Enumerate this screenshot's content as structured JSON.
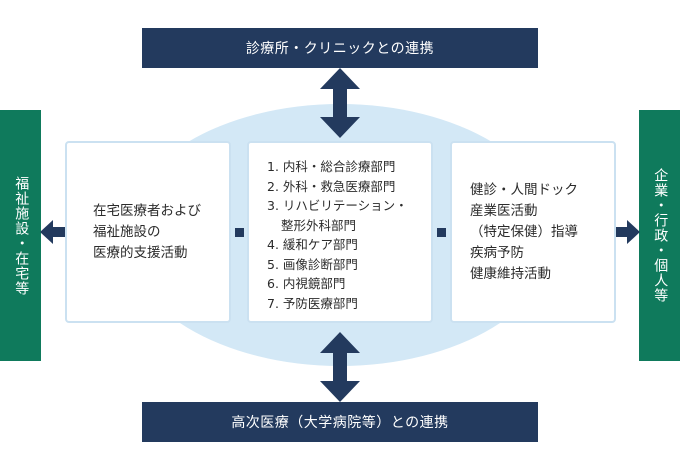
{
  "top_bar": {
    "label": "診療所・クリニックとの連携"
  },
  "bottom_bar": {
    "label": "高次医療（大学病院等）との連携"
  },
  "left_side": {
    "label": "福祉施設・在宅等"
  },
  "right_side": {
    "label": "企業・行政・個人等"
  },
  "left_box": {
    "lines": [
      "在宅医療者および",
      "福祉施設の",
      "医療的支援活動"
    ]
  },
  "middle_box": {
    "items": [
      "1. 内科・総合診療部門",
      "2. 外科・救急医療部門",
      "3. リハビリテーション・",
      "整形外科部門",
      "4. 緩和ケア部門",
      "5. 画像診断部門",
      "6. 内視鏡部門",
      "7. 予防医療部門"
    ]
  },
  "right_box": {
    "lines": [
      "健診・人間ドック",
      "産業医活動",
      "（特定保健）指導",
      "疾病予防",
      "健康維持活動"
    ]
  },
  "colors": {
    "navy": "#233a5e",
    "green": "#0f7a5c",
    "light_blue": "#d3e8f6",
    "box_border": "#cbe1f1"
  }
}
